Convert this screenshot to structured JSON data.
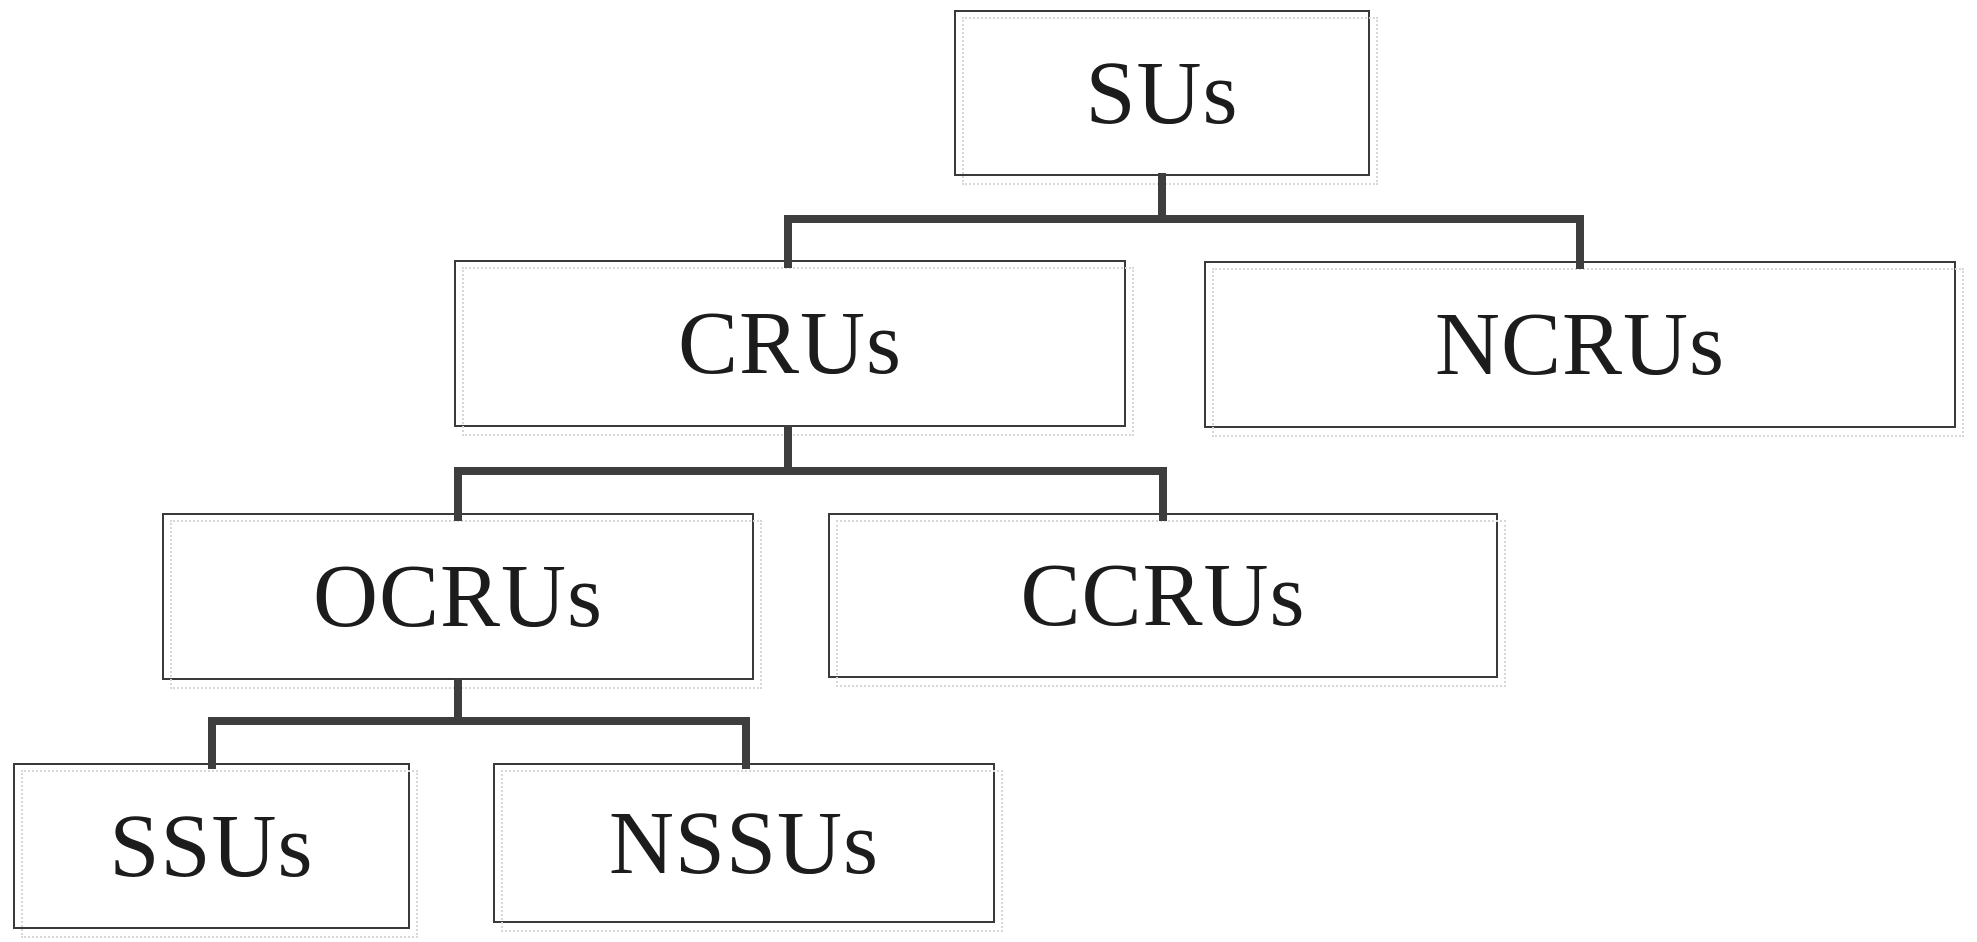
{
  "diagram": {
    "type": "tree",
    "nodes": [
      {
        "id": "sus",
        "label": "SUs",
        "level": 1,
        "parent": null
      },
      {
        "id": "crus",
        "label": "CRUs",
        "level": 2,
        "parent": "SUs"
      },
      {
        "id": "ncrus",
        "label": "NCRUs",
        "level": 2,
        "parent": "SUs"
      },
      {
        "id": "ocrus",
        "label": "OCRUs",
        "level": 3,
        "parent": "CRUs"
      },
      {
        "id": "ccrus",
        "label": "CCRUs",
        "level": 3,
        "parent": "CRUs"
      },
      {
        "id": "ssus",
        "label": "SSUs",
        "level": 4,
        "parent": "OCRUs"
      },
      {
        "id": "nssus",
        "label": "NSSUs",
        "level": 4,
        "parent": "OCRUs"
      }
    ],
    "edges": [
      {
        "from": "SUs",
        "to": "CRUs"
      },
      {
        "from": "SUs",
        "to": "NCRUs"
      },
      {
        "from": "CRUs",
        "to": "OCRUs"
      },
      {
        "from": "CRUs",
        "to": "CCRUs"
      },
      {
        "from": "OCRUs",
        "to": "SSUs"
      },
      {
        "from": "OCRUs",
        "to": "NSSUs"
      }
    ],
    "colors": {
      "background": "#ffffff",
      "box_fill": "#ffffff",
      "box_border": "#3a3a3a",
      "shadow_frame": "#d7d7d7",
      "connector": "#3e3e3e",
      "text": "#1c1c1c"
    }
  }
}
